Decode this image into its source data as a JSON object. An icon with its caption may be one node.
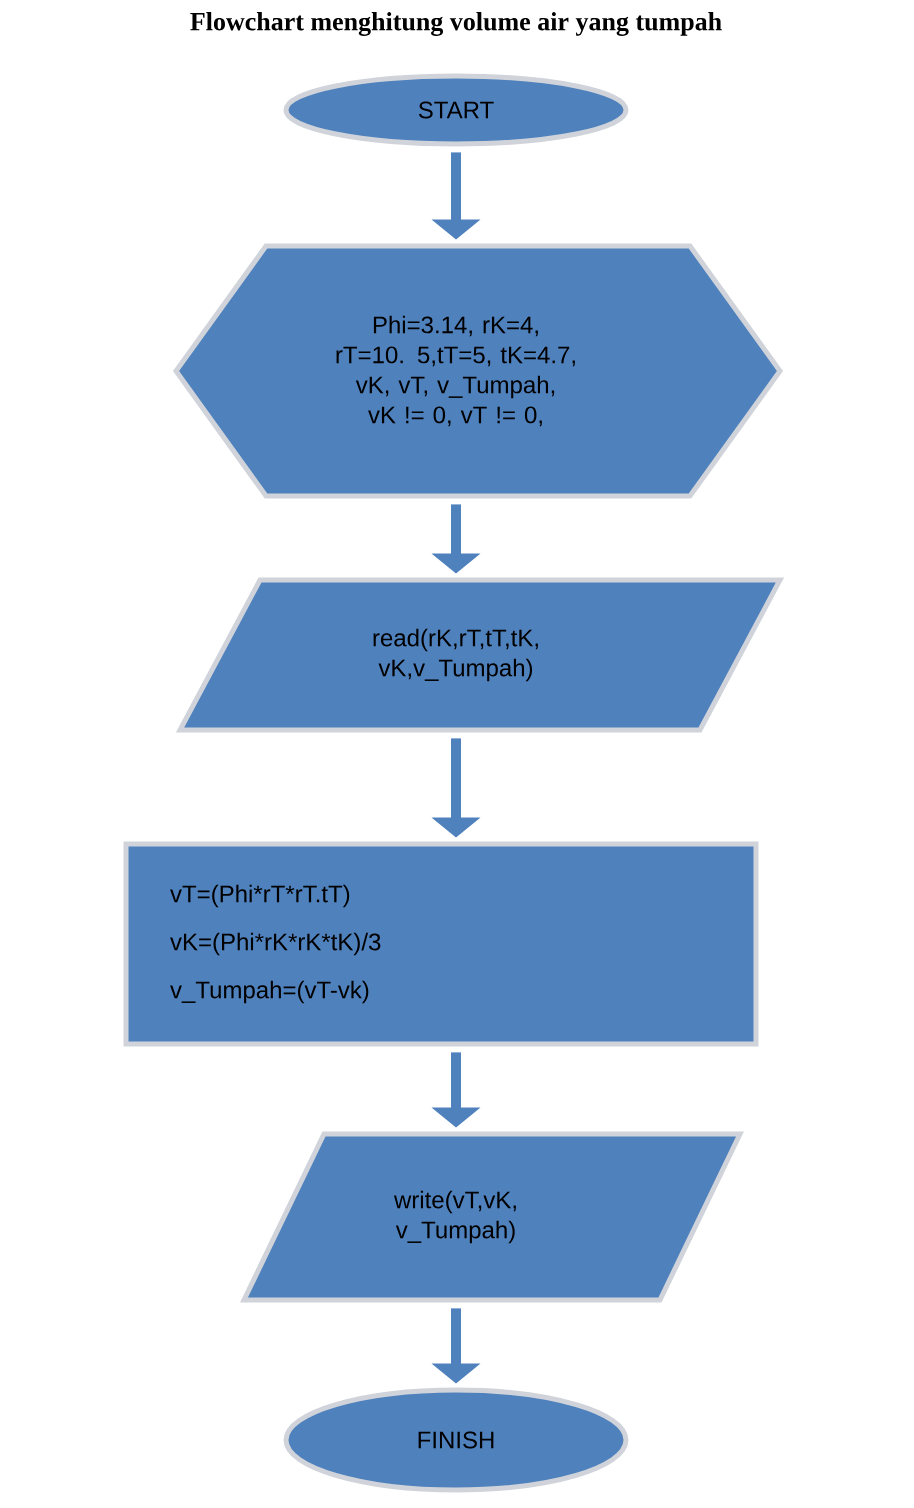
{
  "diagram": {
    "title": "Flowchart menghitung volume air yang tumpah",
    "nodes": [
      {
        "text": [
          "START"
        ]
      },
      {
        "text": [
          "Phi=3.14, rK=4, rT=10. 5,tT=5, tK=4.7, vK, vT, v_Tumpah, vK != 0, vT != 0,"
        ]
      },
      {
        "text": [
          "read(rK,rT,tT,tK, vK,v_Tumpah)"
        ]
      },
      {
        "text": [
          "vT=(Phi*rT*rT.tT)",
          "vK=(Phi*rK*rK*tK)/3",
          "v_Tumpah=(vT-vk)"
        ]
      },
      {
        "text": [
          "write(vT,vK, v_Tumpah)"
        ]
      },
      {
        "text": [
          "FINISH"
        ]
      }
    ],
    "edges": [
      {
        "from": 0,
        "to": 1,
        "arrow": "to"
      },
      {
        "from": 1,
        "to": 2,
        "arrow": "to"
      },
      {
        "from": 2,
        "to": 3,
        "arrow": "to"
      },
      {
        "from": 3,
        "to": 4,
        "arrow": "to"
      },
      {
        "from": 4,
        "to": 5,
        "arrow": "to"
      }
    ]
  }
}
